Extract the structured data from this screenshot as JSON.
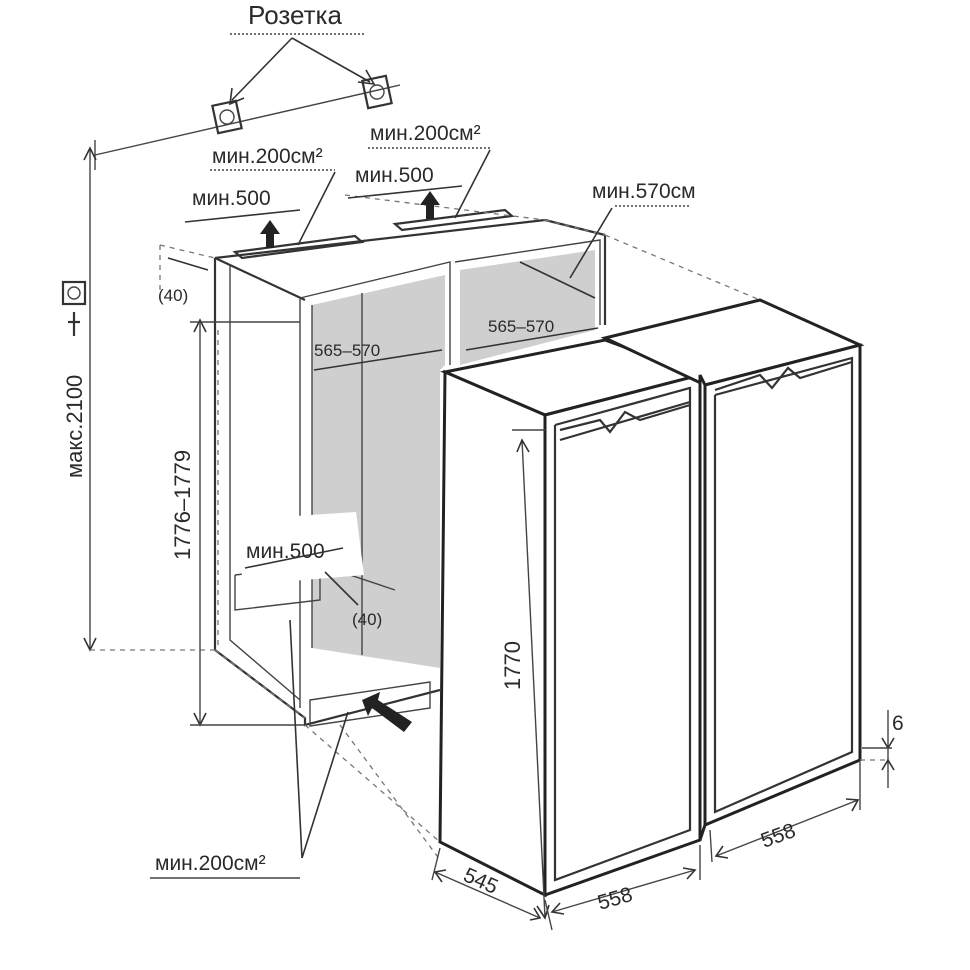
{
  "labels": {
    "socket": "Розетка",
    "vent_top_left_area": "мин.200см²",
    "vent_top_right_area": "мин.200см²",
    "vent_top_left_depth": "мин.500",
    "vent_top_right_depth": "мин.500",
    "niche_depth": "мин.570см",
    "left_offset": "(40)",
    "inner_width_left": "565–570",
    "inner_width_right": "565–570",
    "max_height": "макс.2100",
    "niche_height": "1776–1779",
    "bottom_depth": "мин.500",
    "bottom_offset": "(40)",
    "appliance_height": "1770",
    "plinth_gap": "6",
    "bottom_vent_area": "мин.200см²",
    "depth_front": "545",
    "width_front": "558",
    "width_right": "558"
  },
  "icons": {
    "socket_left": "power-socket-icon",
    "socket_right": "power-socket-icon",
    "socket_side": "power-socket-icon",
    "plug": "plug-icon"
  },
  "colors": {
    "line": "#333333",
    "hatch": "#cfcfcf",
    "text": "#2a2a2a"
  }
}
